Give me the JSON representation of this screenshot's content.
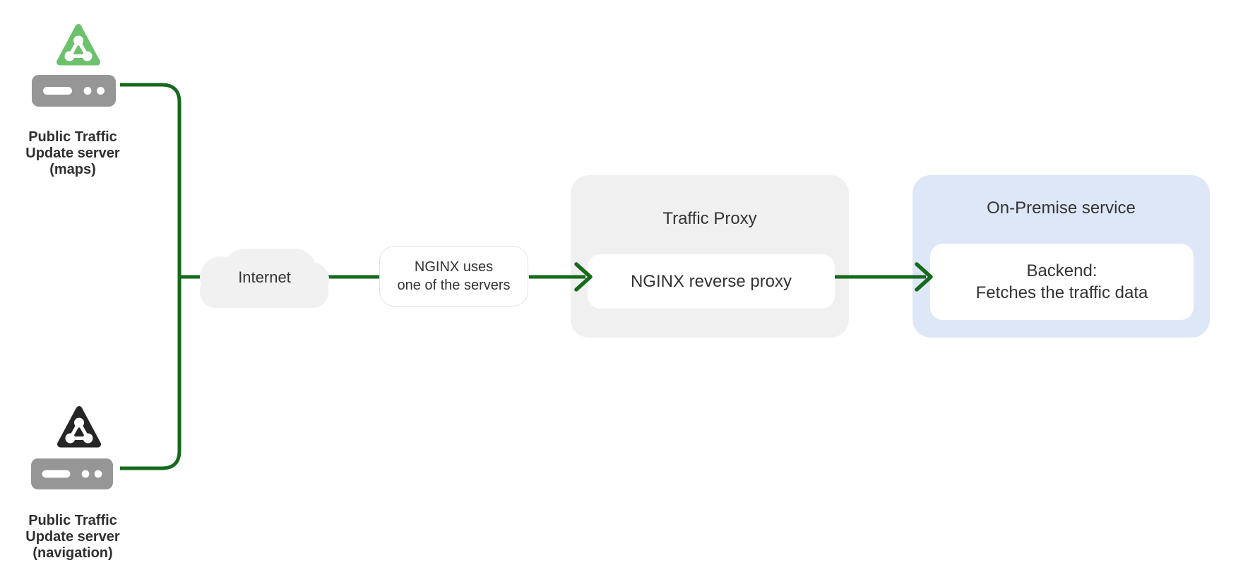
{
  "diagram": {
    "nodes": {
      "server_maps": {
        "lines": [
          "Public Traffic",
          "Update server",
          "(maps)"
        ]
      },
      "server_navigation": {
        "lines": [
          "Public Traffic",
          "Update server",
          "(navigation)"
        ]
      },
      "internet": {
        "label": "Internet"
      },
      "nginx_note": {
        "lines": [
          "NGINX uses",
          "one of the servers"
        ]
      },
      "traffic_proxy": {
        "title": "Traffic Proxy",
        "body": "NGINX reverse proxy"
      },
      "on_premise": {
        "title": "On-Premise service",
        "body_lines": [
          "Backend:",
          "Fetches the traffic data"
        ]
      }
    },
    "icons": {
      "maps_server": [
        "nginx-app-green-icon",
        "server-icon"
      ],
      "navigation_server": [
        "nginx-app-dark-icon",
        "server-icon"
      ],
      "internet": "cloud-shape"
    },
    "colors": {
      "connector_green": "#156a1b",
      "nginx_green": "#6cc26c",
      "icon_dark": "#262626",
      "server_gray": "#969696",
      "box_gray": "#f0f0f0",
      "box_blue": "#dee7f8",
      "cloud_gray": "#f1f1f1",
      "note_border": "#e3e3e3",
      "text_dark": "#333333",
      "label_dark": "#2f2f2f"
    }
  }
}
